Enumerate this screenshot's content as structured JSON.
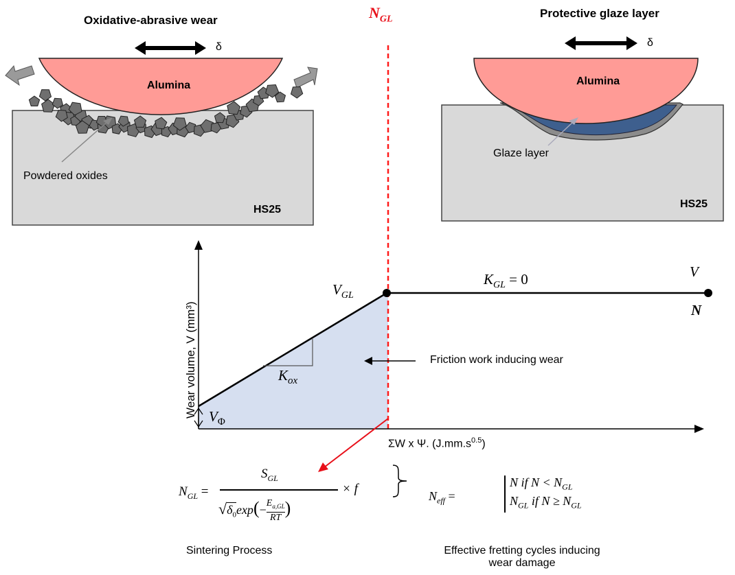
{
  "left_panel": {
    "title": "Oxidative-abrasive wear",
    "counterbody_label": "Alumina",
    "substrate_label": "HS25",
    "debris_label": "Powdered oxides",
    "displacement_symbol": "δ",
    "colors": {
      "counterbody": "#ff9b96",
      "substrate": "#d9d9d9",
      "debris": "#6f6f6f"
    }
  },
  "right_panel": {
    "title": "Protective glaze layer",
    "counterbody_label": "Alumina",
    "substrate_label": "HS25",
    "glaze_label": "Glaze layer",
    "displacement_symbol": "δ",
    "colors": {
      "counterbody": "#ff9b96",
      "substrate": "#d9d9d9",
      "glaze": "#3e5f8e"
    }
  },
  "divider": {
    "label_main": "N",
    "label_sub": "GL",
    "color": "#ff1a1a"
  },
  "graph": {
    "y_axis_label": "Wear volume, V (mm³)",
    "x_axis_label_main": "ΣW x  Ψ. (J.mm.s",
    "x_axis_label_sup": "0.5",
    "x_axis_label_end": ")",
    "v_gl_main": "V",
    "v_gl_sub": "GL",
    "v_phi_main": "V",
    "v_phi_sub": "Φ",
    "k_ox_main": "K",
    "k_ox_sub": "ox",
    "k_gl_main": "K",
    "k_gl_sub": "GL",
    "k_gl_rest": " = 0",
    "end_v": "V",
    "end_n": "N",
    "annotation": "Friction work inducing wear",
    "colors": {
      "shaded_area": "#d6dff0"
    }
  },
  "equations": {
    "ngl_lhs_main": "N",
    "ngl_lhs_sub": "GL",
    "ngl_eq": " = ",
    "ngl_num_main": "S",
    "ngl_num_sub": "GL",
    "ngl_den_delta": "δ",
    "ngl_den_delta_sub": "0",
    "ngl_den_exp": "exp",
    "ngl_den_inner_main": "E",
    "ngl_den_inner_sub": "a,GL",
    "ngl_den_inner_den": "RT",
    "ngl_times": "× f",
    "neff_lhs_main": "N",
    "neff_lhs_sub": "eff",
    "neff_eq": " = ",
    "neff_case1": "N if N < N",
    "neff_case1_sub": "GL",
    "neff_case2_main": "N",
    "neff_case2_sub": "GL",
    "neff_case2_rest": " if N ≥ N",
    "neff_case2_sub2": "GL"
  },
  "captions": {
    "left": "Sintering Process",
    "right_line1": "Effective fretting cycles inducing",
    "right_line2": "wear damage"
  }
}
